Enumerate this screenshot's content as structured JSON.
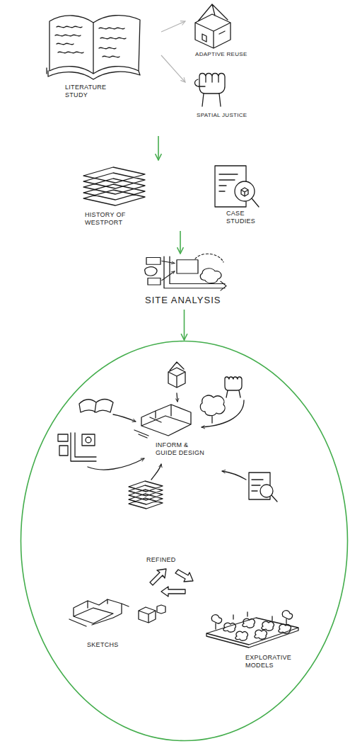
{
  "diagram": {
    "nodes": [
      {
        "text": [
          "LITERATURE STUDY"
        ]
      },
      {
        "text": [
          "ADAPTIVE REUSE"
        ]
      },
      {
        "text": [
          "SPATIAL JUSTICE"
        ]
      },
      {
        "text": [
          "HISTORY OF WESTPORT"
        ]
      },
      {
        "text": [
          "CASE STUDIES"
        ]
      },
      {
        "text": [
          "SITE ANALYSIS"
        ]
      },
      {
        "text": [
          "REFINED"
        ]
      },
      {
        "text": [
          "INFORM & GUIDE DESIGN"
        ],
        "in": 6
      },
      {
        "text": [
          "SKETCHS"
        ],
        "in": 6
      },
      {
        "text": [
          "EXPLORATIVE MODELS"
        ],
        "in": 6
      }
    ],
    "edges": [
      {
        "from": 0,
        "to": 1,
        "arrow": "to"
      },
      {
        "from": 0,
        "to": 2,
        "arrow": "to"
      },
      {
        "from": 0,
        "to": 3,
        "arrow": "to"
      },
      {
        "from": 3,
        "to": 5,
        "arrow": "to"
      },
      {
        "from": 5,
        "to": 6,
        "arrow": "to"
      }
    ]
  }
}
